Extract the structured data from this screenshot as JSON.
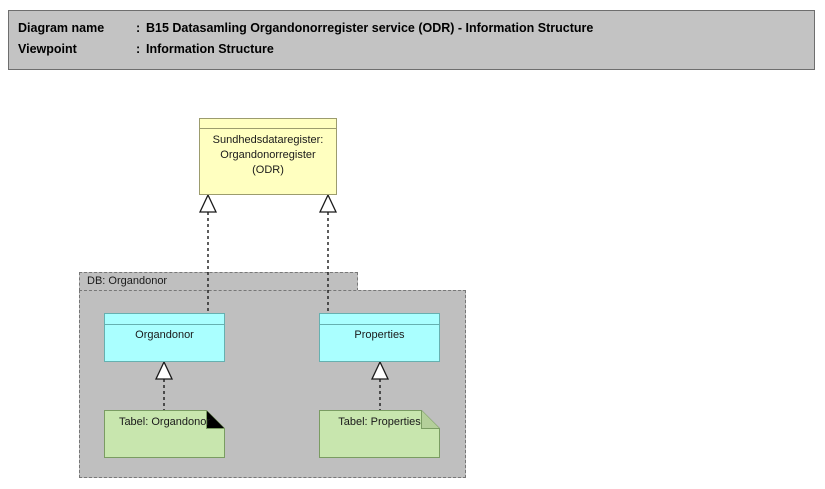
{
  "header": {
    "line1": {
      "label": "Diagram name",
      "separator": ":",
      "value": "B15 Datasamling Organdonorregister service (ODR) - Information Structure"
    },
    "line2": {
      "label": "Viewpoint",
      "separator": ":",
      "value": "Information Structure"
    }
  },
  "diagram": {
    "data_object": {
      "line1": "Sundhedsdataregister:",
      "line2": "Organdonorregister",
      "line3": "(ODR)"
    },
    "package": {
      "label": "DB: Organdonor"
    },
    "classes": [
      {
        "label": "Organdonor"
      },
      {
        "label": "Properties"
      }
    ],
    "tables": [
      {
        "label": "Tabel: Organdonor"
      },
      {
        "label": "Tabel: Properties"
      }
    ]
  },
  "colors": {
    "header_bar": "#c3c3c3",
    "header_border": "#6e6e6e",
    "data_object_fill": "#ffffc0",
    "data_object_border": "#9c9c6e",
    "package_fill": "#bfbfbf",
    "package_border": "#777777",
    "class_fill": "#aaffff",
    "class_border": "#66b0b0",
    "table_fill": "#c8e6ae",
    "table_border": "#7a9c62",
    "connector": "#1a1a1a"
  }
}
